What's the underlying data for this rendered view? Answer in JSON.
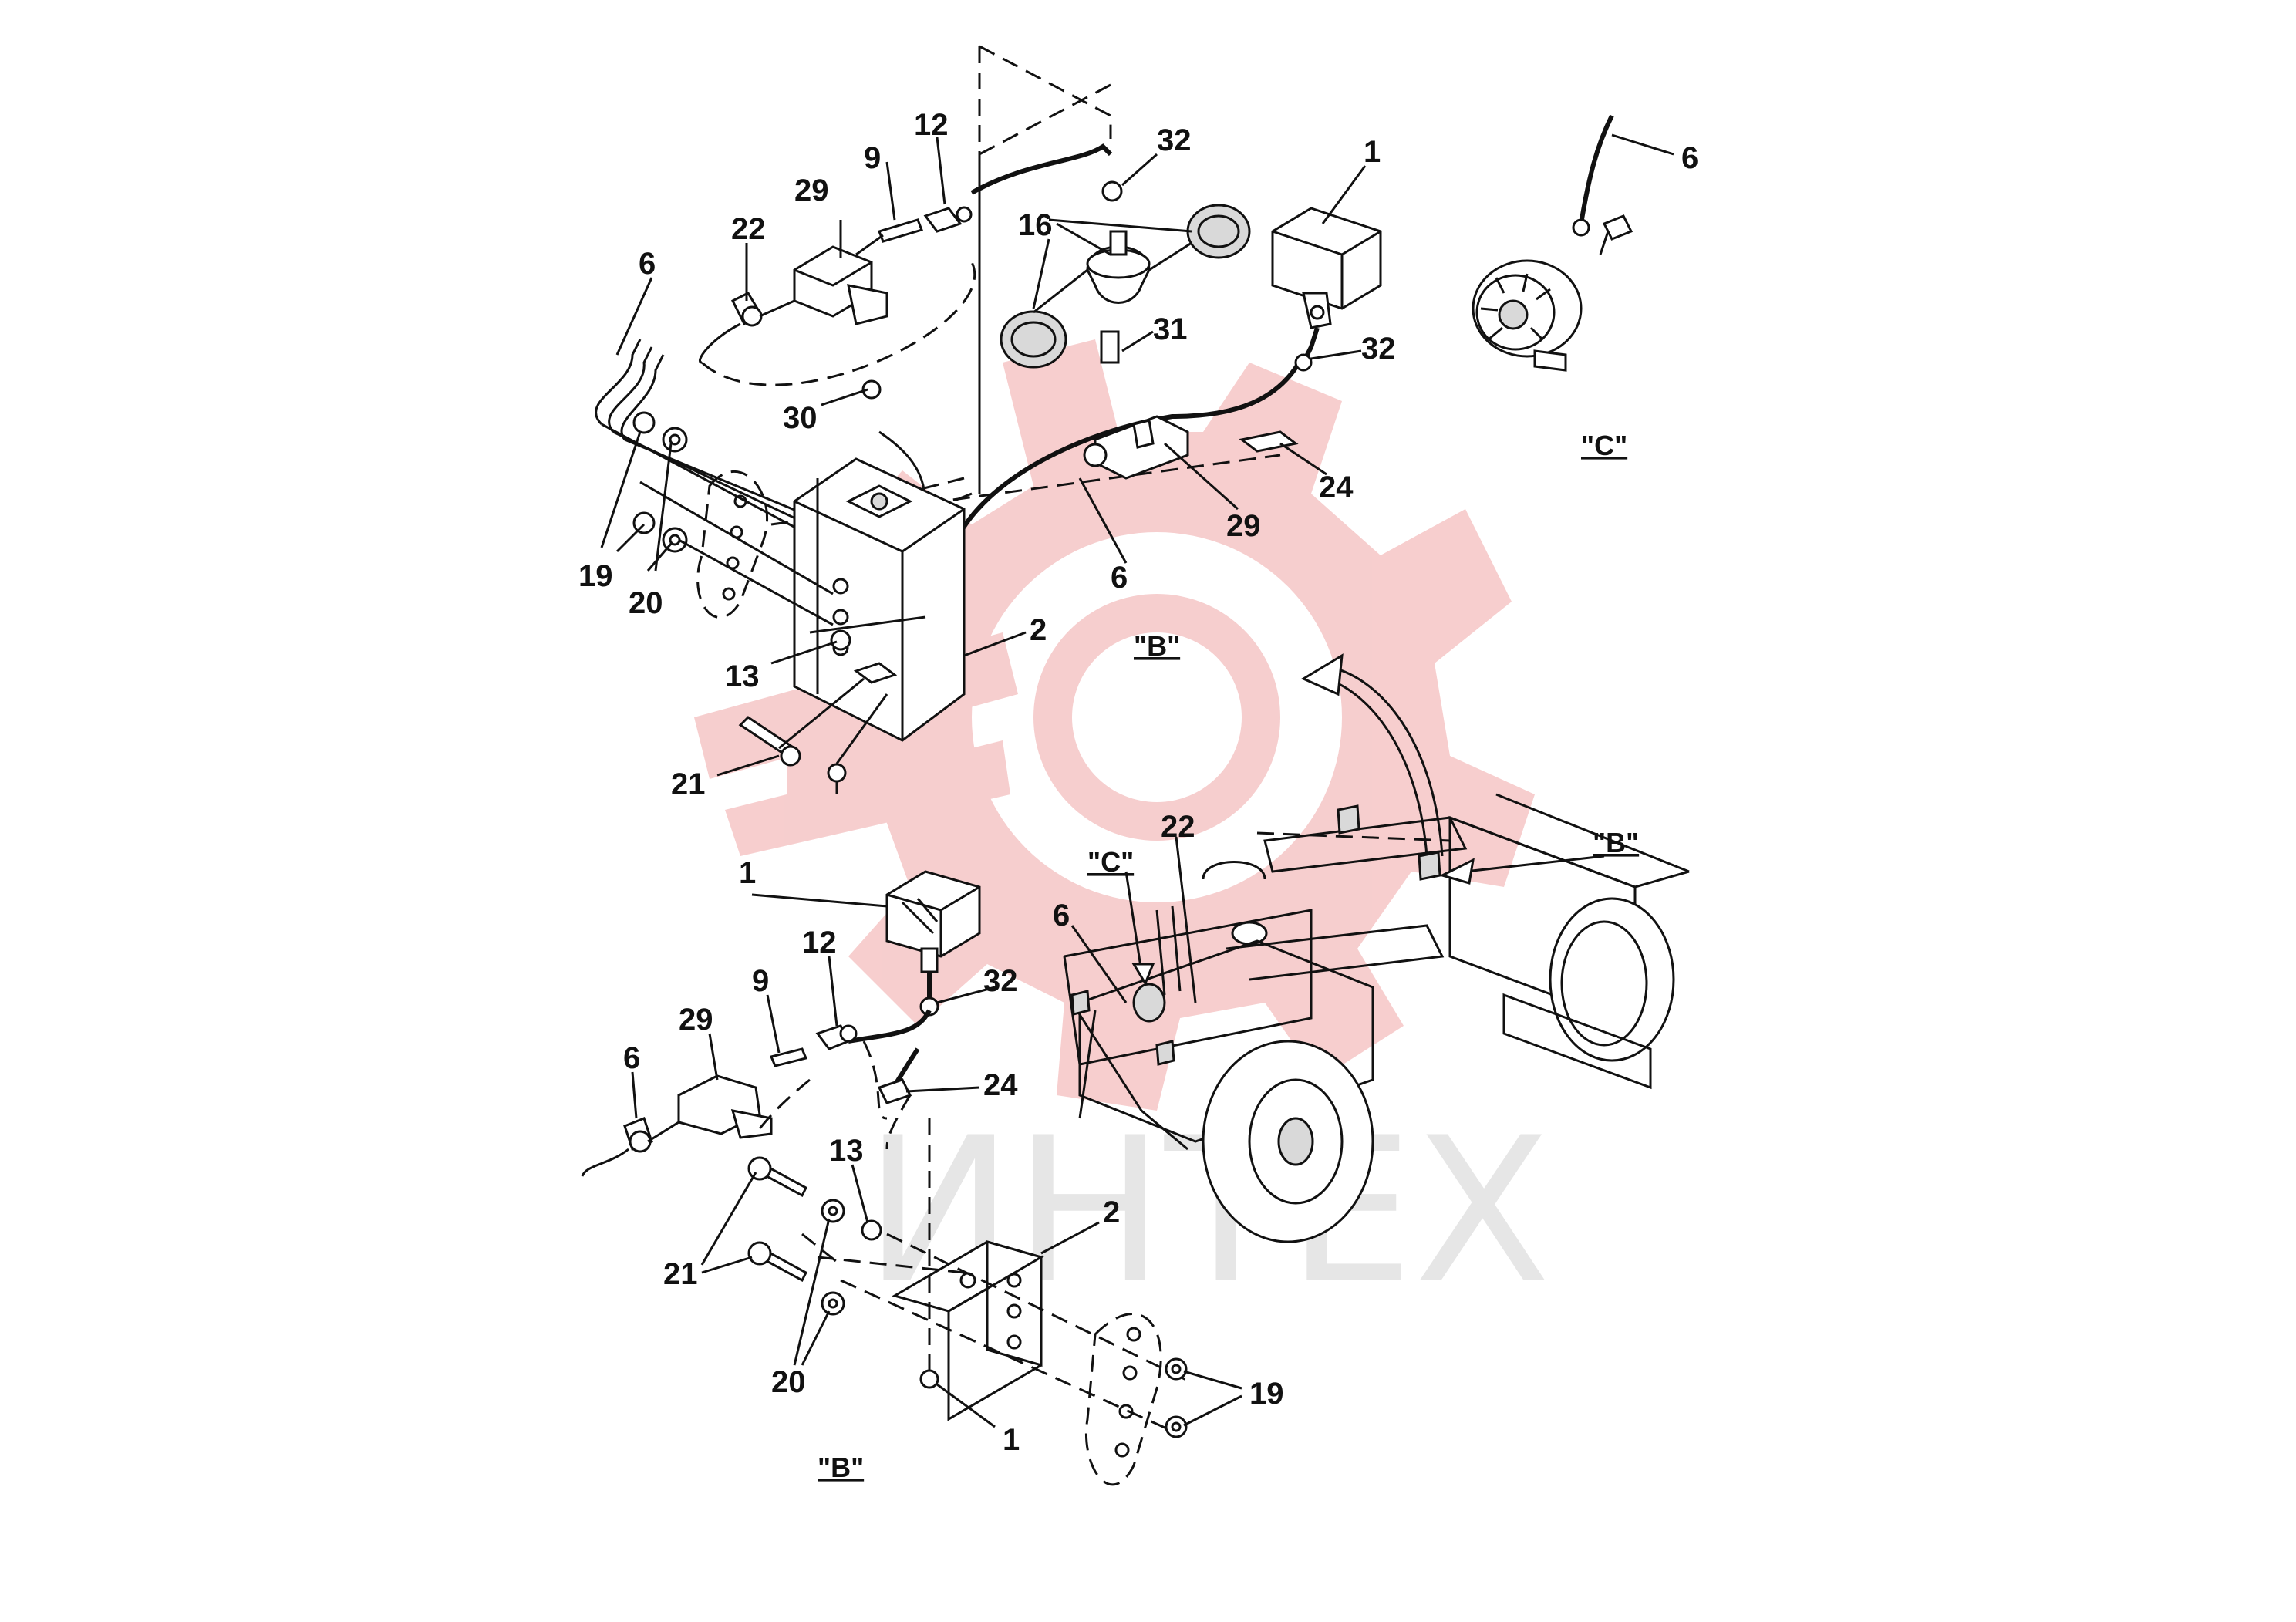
{
  "watermark": {
    "text": "ИНТЕХ",
    "gear_color": "#f6c9c9",
    "text_color": "#e6e6e6"
  },
  "views": {
    "B_top": "\"B\"",
    "B_bottom": "\"B\"",
    "C_detail": "\"C\"",
    "C_pointer": "\"C\"",
    "B_pointer": "\"B\""
  },
  "labels": {
    "top": [
      "12",
      "9",
      "32",
      "1",
      "6",
      "22",
      "29",
      "16",
      "31",
      "32",
      "6",
      "30",
      "24",
      "29",
      "19",
      "20",
      "6",
      "2",
      "13",
      "21"
    ],
    "detail_c": [
      "6"
    ],
    "bottom": [
      "1",
      "12",
      "32",
      "9",
      "29",
      "6",
      "24",
      "13",
      "2",
      "21",
      "20",
      "19",
      "1"
    ],
    "machine": [
      "6",
      "22"
    ]
  }
}
